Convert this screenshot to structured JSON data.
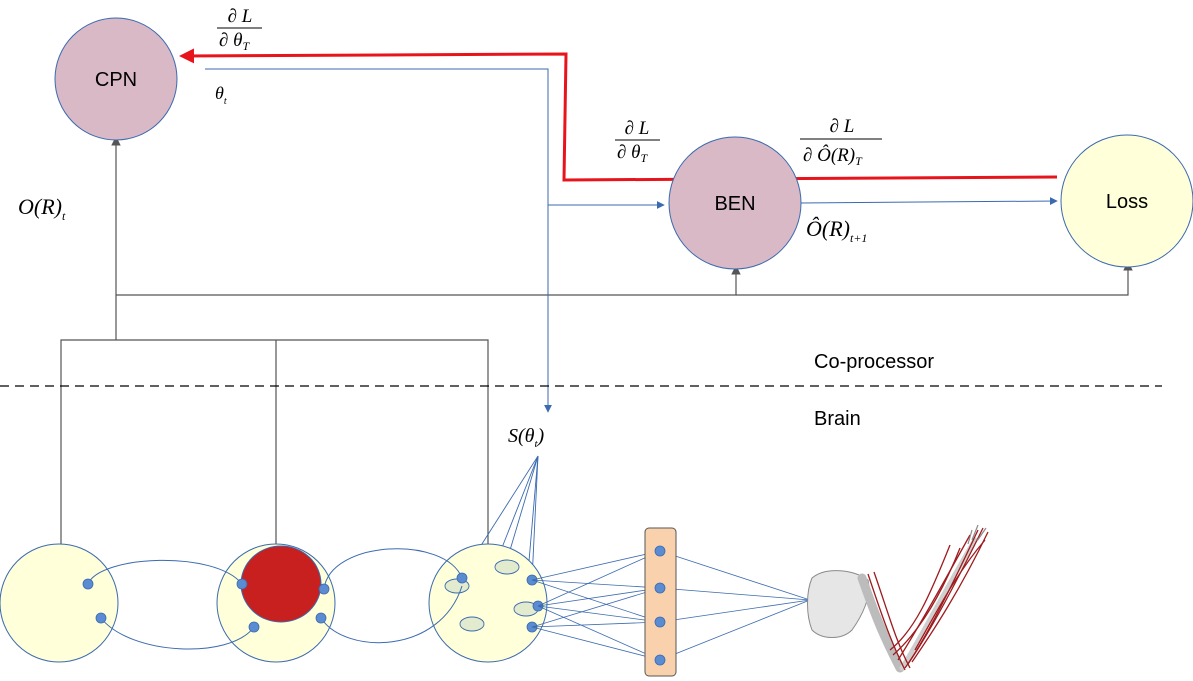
{
  "nodes": {
    "cpn": {
      "label": "CPN",
      "fill": "#d8b9c5"
    },
    "ben": {
      "label": "BEN",
      "fill": "#d8b9c5"
    },
    "loss": {
      "label": "Loss",
      "fill": "#ffffd9"
    }
  },
  "math_labels": {
    "grad_theta_cpn": {
      "num": "∂ L",
      "den": "∂ θ",
      "den_sub": "T"
    },
    "theta_t": {
      "main": "θ",
      "sub": "t"
    },
    "grad_theta_ben": {
      "num": "∂ L",
      "den": "∂ θ",
      "den_sub": "T"
    },
    "grad_output": {
      "num": "∂ L",
      "den": "∂ Ô(R)",
      "den_sub": "T"
    },
    "o_hat": {
      "main": "Ô(R)",
      "sub": "t+1"
    },
    "o_r": {
      "main": "O(R)",
      "sub": "t"
    },
    "s_theta": {
      "main": "S(θ",
      "sub": "t",
      "close": ")"
    }
  },
  "regions": {
    "coprocessor": "Co-processor",
    "brain": "Brain"
  },
  "colors": {
    "gradient_path": "#e8141b",
    "signal_line": "#3b6ab0",
    "wire": "#555555",
    "brain_area_fill": "#ffffd9",
    "brain_area_stroke": "#3b6ab0",
    "stimulated_area": "#c8201f",
    "neuron": "#5b8bd0",
    "spinal_column_fill": "#f9d2ad",
    "muscle": "#9e1b1e",
    "bone": "#e6e6e6"
  },
  "icons": {
    "arm": "arm-skeleton-with-muscles-icon"
  }
}
